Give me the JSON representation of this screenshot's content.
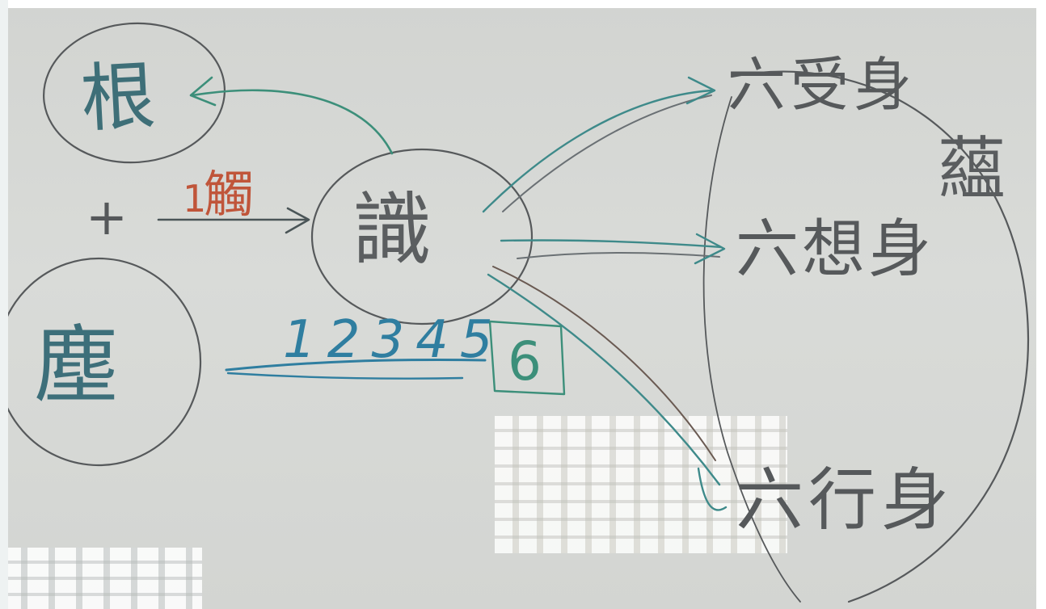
{
  "diagram": {
    "nodes": {
      "gen": "根",
      "chen": "塵",
      "shi": "識",
      "shou": "六受身",
      "xiang": "六想身",
      "xing": "六行身",
      "yun": "蘊"
    },
    "labels": {
      "plus": "+",
      "touch": "觸",
      "touch_prefix": "1",
      "digits": "12345",
      "boxed_digit": "6"
    },
    "colors": {
      "board": "#d6d8d5",
      "pencil": "#55585a",
      "marker_blue": "#2f7ea0",
      "marker_green": "#3c8f7a",
      "marker_red": "#c0553a"
    }
  }
}
